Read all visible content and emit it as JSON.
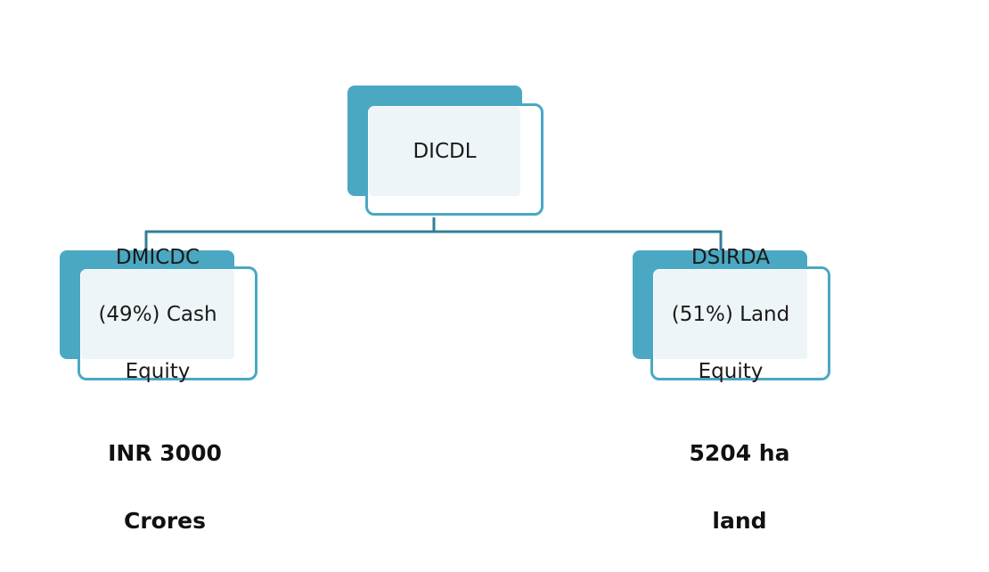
{
  "diagram": {
    "root": {
      "label": "DICDL"
    },
    "children": [
      {
        "label_lines": [
          "DMICDC",
          "(49%) Cash",
          "Equity"
        ],
        "caption_lines": [
          "INR 3000",
          "Crores"
        ]
      },
      {
        "label_lines": [
          "DSIRDA",
          "(51%) Land",
          "Equity"
        ],
        "caption_lines": [
          "5204 ha",
          "land"
        ]
      }
    ]
  },
  "colors": {
    "accent": "#4aa8c2",
    "card_fill": "#eef5f8",
    "connector": "#2f7f96"
  }
}
